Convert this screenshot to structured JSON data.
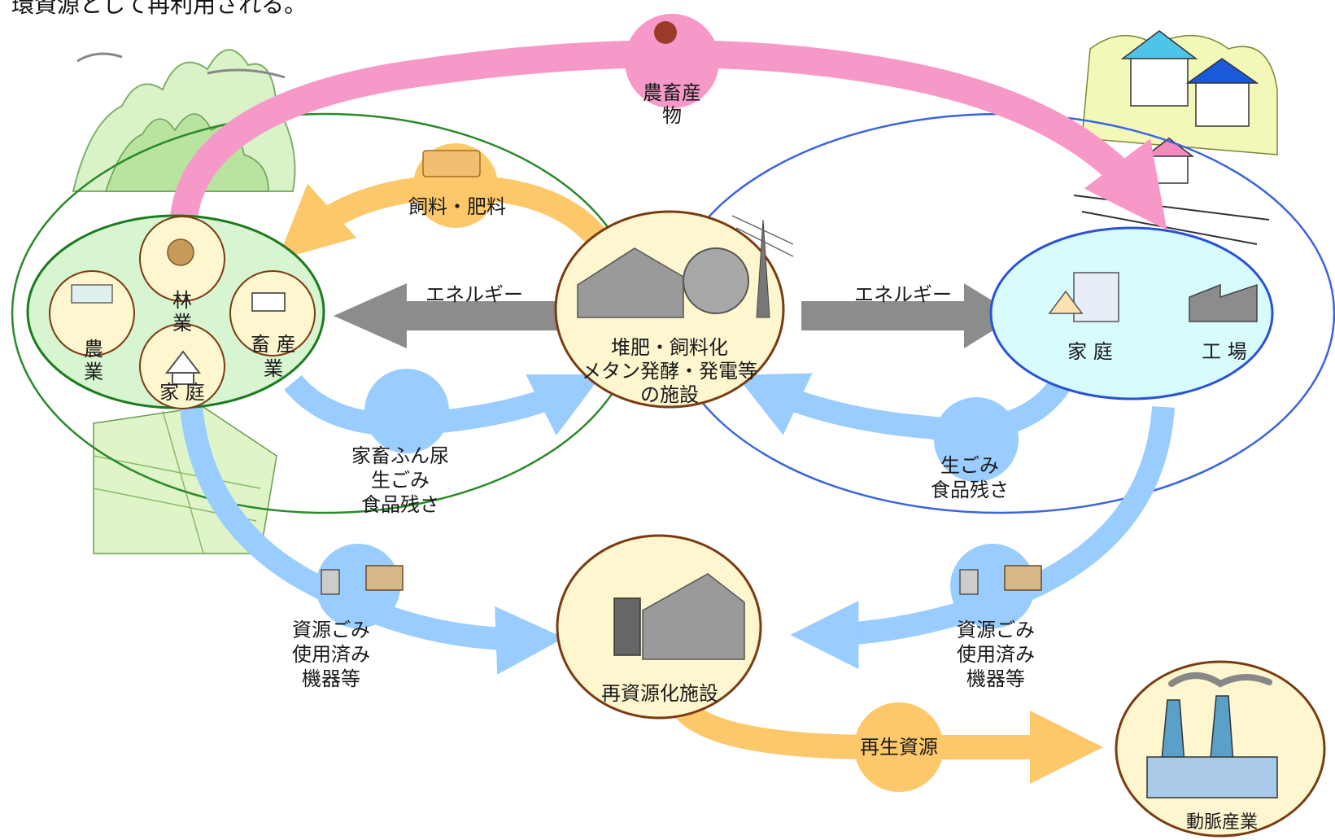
{
  "header_text": "環資源として再利用される。",
  "colors": {
    "pink": "#f799c8",
    "orange": "#fcc86a",
    "blue": "#99ccff",
    "gray": "#8c8c8c",
    "green_ring": "#2a8a2a",
    "blue_ring": "#3a64e0",
    "facility_fill": "#fdf6cf",
    "facility_stroke": "#7a3b12"
  },
  "labels": {
    "top_product": [
      "農畜産",
      "物"
    ],
    "feed_fertilizer": "飼料・肥料",
    "energy_left": "エネルギー",
    "energy_right": "エネルギー",
    "center_facility": [
      "堆肥・飼料化",
      "メタン発酵・発電等",
      "の施設"
    ],
    "rural_forestry": [
      "林",
      "業"
    ],
    "rural_agriculture": [
      "農",
      "業"
    ],
    "rural_livestock": [
      "畜 産",
      "業"
    ],
    "rural_home": "家 庭",
    "urban_home": "家 庭",
    "urban_factory": "工 場",
    "left_waste": [
      "家畜ふん尿",
      "生ごみ",
      "食品残さ"
    ],
    "right_waste": [
      "生ごみ",
      "食品残さ"
    ],
    "left_resource": [
      "資源ごみ",
      "使用済み",
      "機器等"
    ],
    "right_resource": [
      "資源ごみ",
      "使用済み",
      "機器等"
    ],
    "recycling_facility": "再資源化施設",
    "recycled_resource": "再生資源",
    "arterial_industry": "動脈産業"
  }
}
